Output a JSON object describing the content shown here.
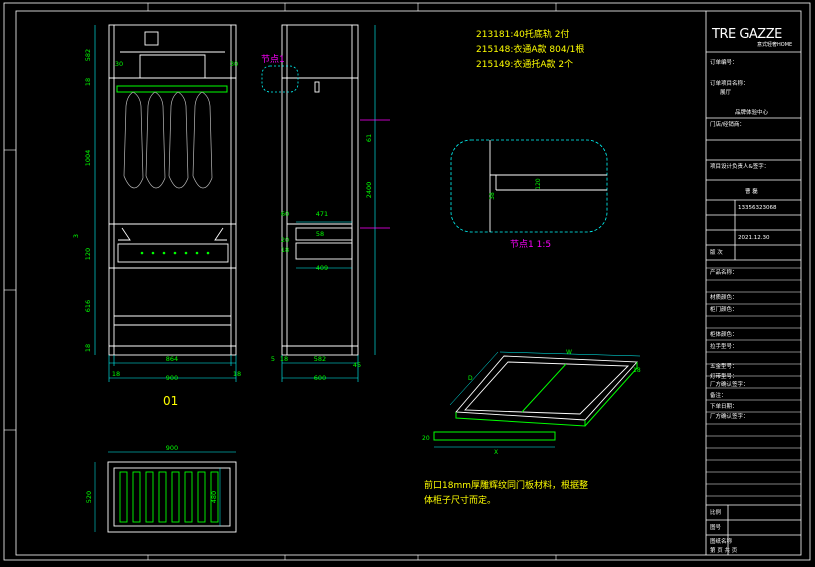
{
  "notes": {
    "line1": "213181:40托底轨 2付",
    "line2": "215148:衣通A款 804/1根",
    "line3": "215149:衣通托A款 2个"
  },
  "labels": {
    "node1_top": "节点1",
    "node1_detail": "节点1 1:5",
    "view_number": "01",
    "note_bottom_1": "前口18mm厚雕辉纹同门板材料，根据整",
    "note_bottom_2": "体柜子尺寸而定。"
  },
  "dimensions": {
    "front_width_total": "900",
    "front_inner_width": "864",
    "front_side_left": "18",
    "front_side_right": "18",
    "front_left_top_small": "30",
    "front_right_top_small": "30",
    "front_height_a": "582",
    "front_height_b": "18",
    "front_height_c": "1004",
    "front_height_d": "3",
    "front_height_e": "120",
    "front_height_f": "616",
    "front_height_g": "18",
    "side_width_total": "600",
    "side_width_inner": "582",
    "side_left_small": "5",
    "side_left_small2": "18",
    "side_right_small": "45",
    "side_drawer_471": "471",
    "side_drawer_409": "409",
    "side_drawer_58": "58",
    "side_drawer_60": "60",
    "side_drawer_20": "20",
    "side_drawer_18": "18",
    "side_height_2400": "2400",
    "side_height_61": "61",
    "detail_120": "120",
    "detail_38": "38",
    "plan_width": "900",
    "plan_depth": "520",
    "plan_inner": "480",
    "iso_w": "W",
    "iso_d": "D",
    "iso_x": "X",
    "iso_20": "20",
    "iso_18": "18"
  },
  "title_block": {
    "brand": "TRE GAZZE",
    "brand_sub": "意式轻奢HOME",
    "f1": "订单编号：",
    "f2": "订单项目名称：",
    "f2v": "展厅",
    "f3": "品牌体验中心",
    "f4": "门店/经销商：",
    "f5": "项目设计负责人&签字：",
    "f6": "曹 磊",
    "f7": "13356323068",
    "f8": "2021.12.30",
    "f9": "版 次",
    "r1": "产品名称：",
    "r2": "材质颜色：",
    "r3": "柜门颜色：",
    "r4": "柜体颜色：",
    "r5": "拉手型号：",
    "r6": "五金型号：",
    "r7": "灯带型号：",
    "r8": "厂方确认签字：",
    "r9": "备注：",
    "r10": "下单日期：",
    "r11": "厂方确认签字：",
    "b1": "比例",
    "b2": "图号",
    "b3": "图纸名称",
    "b4": "第 页 共 页"
  },
  "colors": {
    "cyan": "#00FFFF",
    "green": "#00FF00",
    "yellow": "#FFFF00",
    "magenta": "#FF00FF",
    "white": "#FFFFFF",
    "bg": "#000000"
  }
}
